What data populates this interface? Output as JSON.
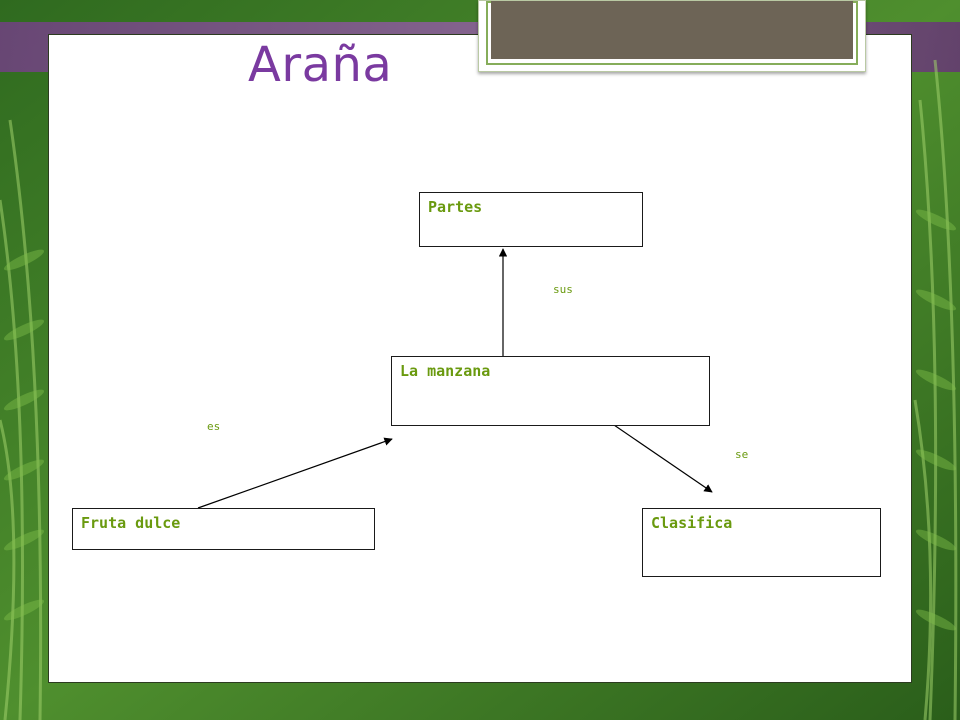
{
  "slide": {
    "title": "Araña"
  },
  "diagram": {
    "nodes": [
      {
        "id": "partes",
        "label": "Partes"
      },
      {
        "id": "manzana",
        "label": "La manzana"
      },
      {
        "id": "fruta",
        "label": "Fruta dulce"
      },
      {
        "id": "clasifica",
        "label": "Clasifica"
      }
    ],
    "edges": [
      {
        "from": "manzana",
        "to": "partes",
        "label": "sus"
      },
      {
        "from": "fruta",
        "to": "manzana",
        "label": "es"
      },
      {
        "from": "manzana",
        "to": "clasifica",
        "label": "se"
      }
    ]
  },
  "colors": {
    "title": "#7a3aa0",
    "node_text": "#6a9a0f",
    "background_green": "#3d7a27"
  }
}
